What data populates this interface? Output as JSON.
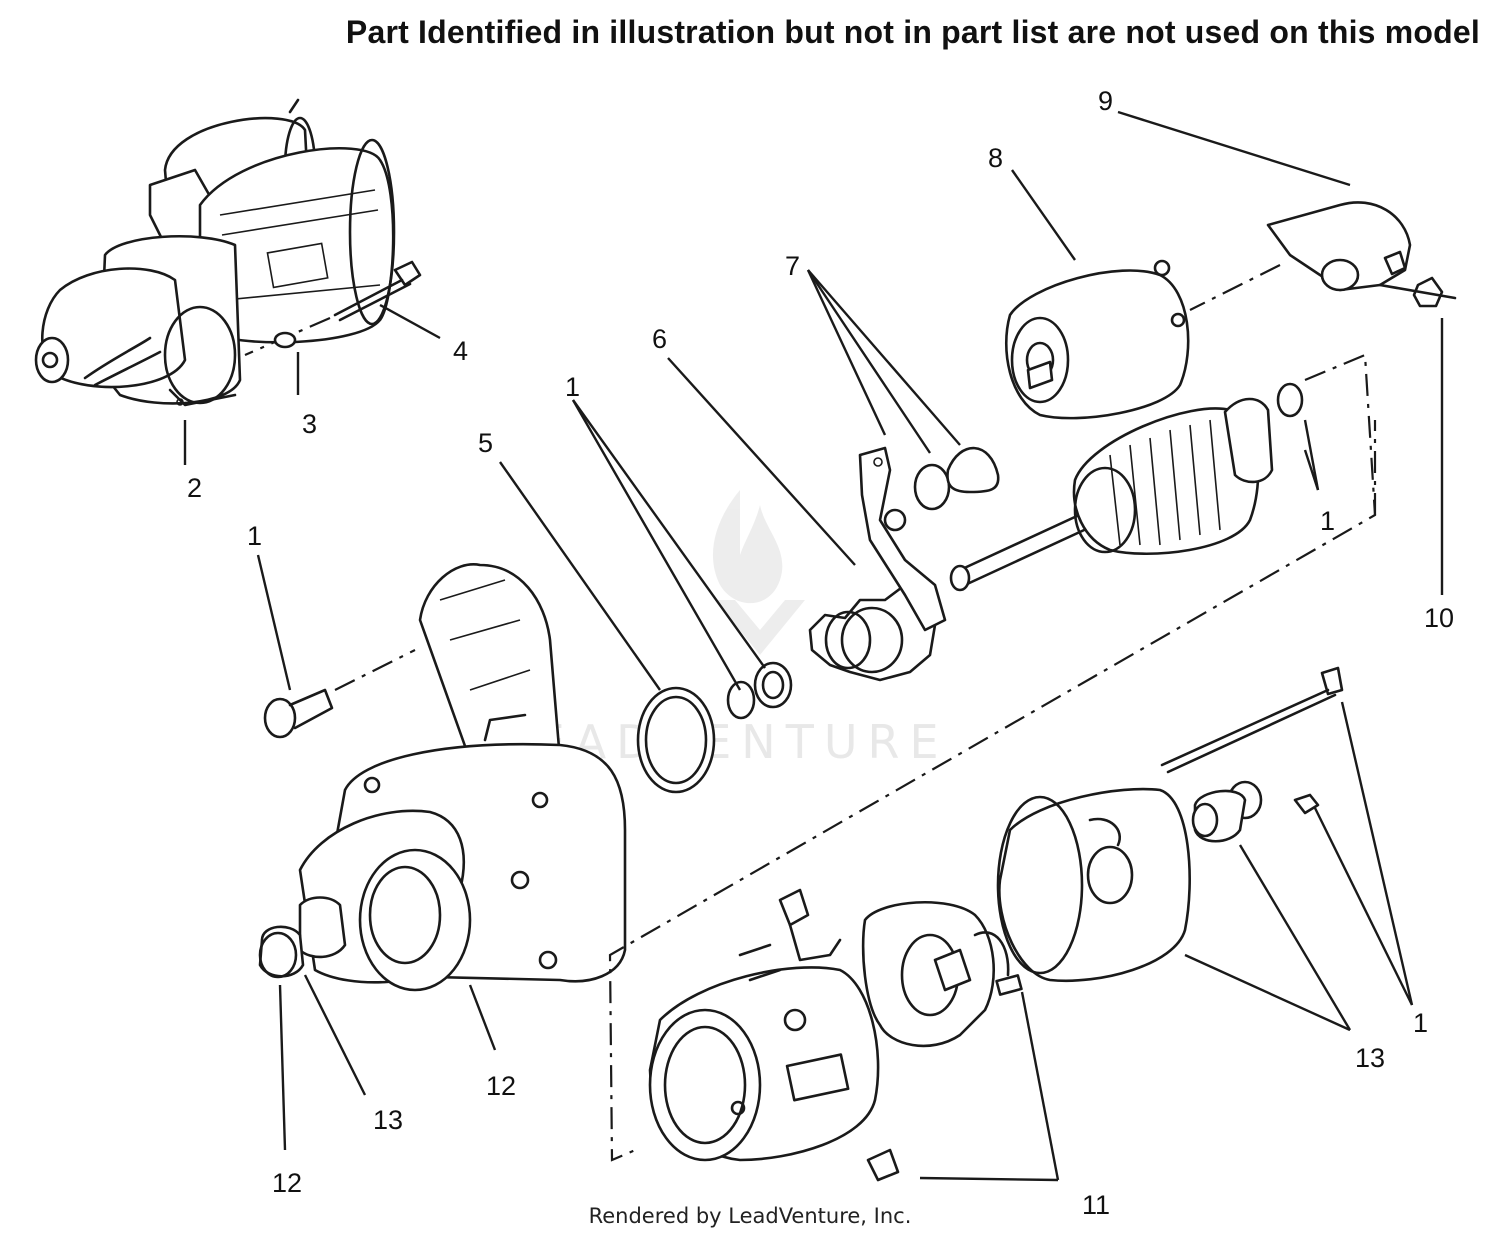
{
  "notice": "Part Identified in illustration but not in part list are not used on this model",
  "credit": "Rendered by LeadVenture, Inc.",
  "watermark": "LEADVENTURE",
  "callouts": [
    {
      "id": "c1a",
      "label": "1"
    },
    {
      "id": "c1b",
      "label": "1"
    },
    {
      "id": "c1c",
      "label": "1"
    },
    {
      "id": "c1d",
      "label": "1"
    },
    {
      "id": "c2",
      "label": "2"
    },
    {
      "id": "c3",
      "label": "3"
    },
    {
      "id": "c4",
      "label": "4"
    },
    {
      "id": "c5",
      "label": "5"
    },
    {
      "id": "c6",
      "label": "6"
    },
    {
      "id": "c7",
      "label": "7"
    },
    {
      "id": "c8",
      "label": "8"
    },
    {
      "id": "c9",
      "label": "9"
    },
    {
      "id": "c10",
      "label": "10"
    },
    {
      "id": "c11",
      "label": "11"
    },
    {
      "id": "c12a",
      "label": "12"
    },
    {
      "id": "c12b",
      "label": "12"
    },
    {
      "id": "c13a",
      "label": "13"
    },
    {
      "id": "c13b",
      "label": "13"
    }
  ]
}
